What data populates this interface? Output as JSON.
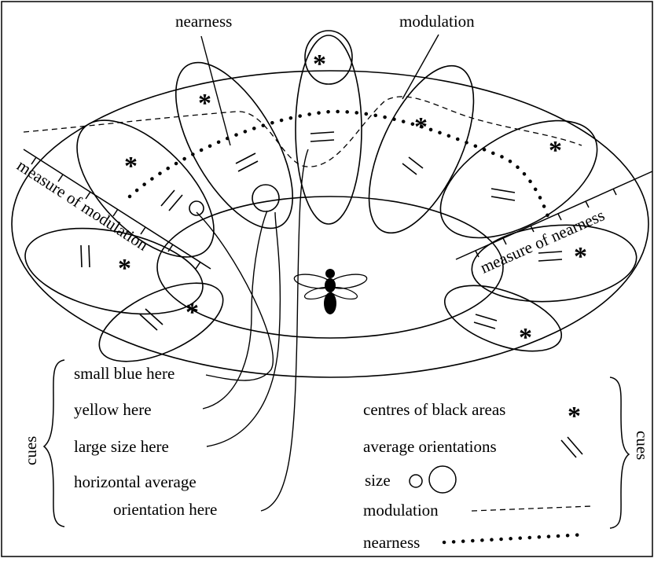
{
  "labels": {
    "nearness_top": "nearness",
    "modulation_top": "modulation",
    "measure_of_modulation": "measure of modulation",
    "measure_of_nearness": "measure of nearness",
    "small_blue": "small blue here",
    "yellow": "yellow here",
    "large_size": "large size here",
    "horizontal_line1": "horizontal average",
    "horizontal_line2": "orientation here",
    "cues_left": "cues",
    "cues_right": "cues"
  },
  "legend": {
    "centres": "centres of black areas",
    "orientations": "average orientations",
    "size": "size",
    "modulation": "modulation",
    "nearness": "nearness"
  },
  "glyphs": {
    "star": "*"
  }
}
